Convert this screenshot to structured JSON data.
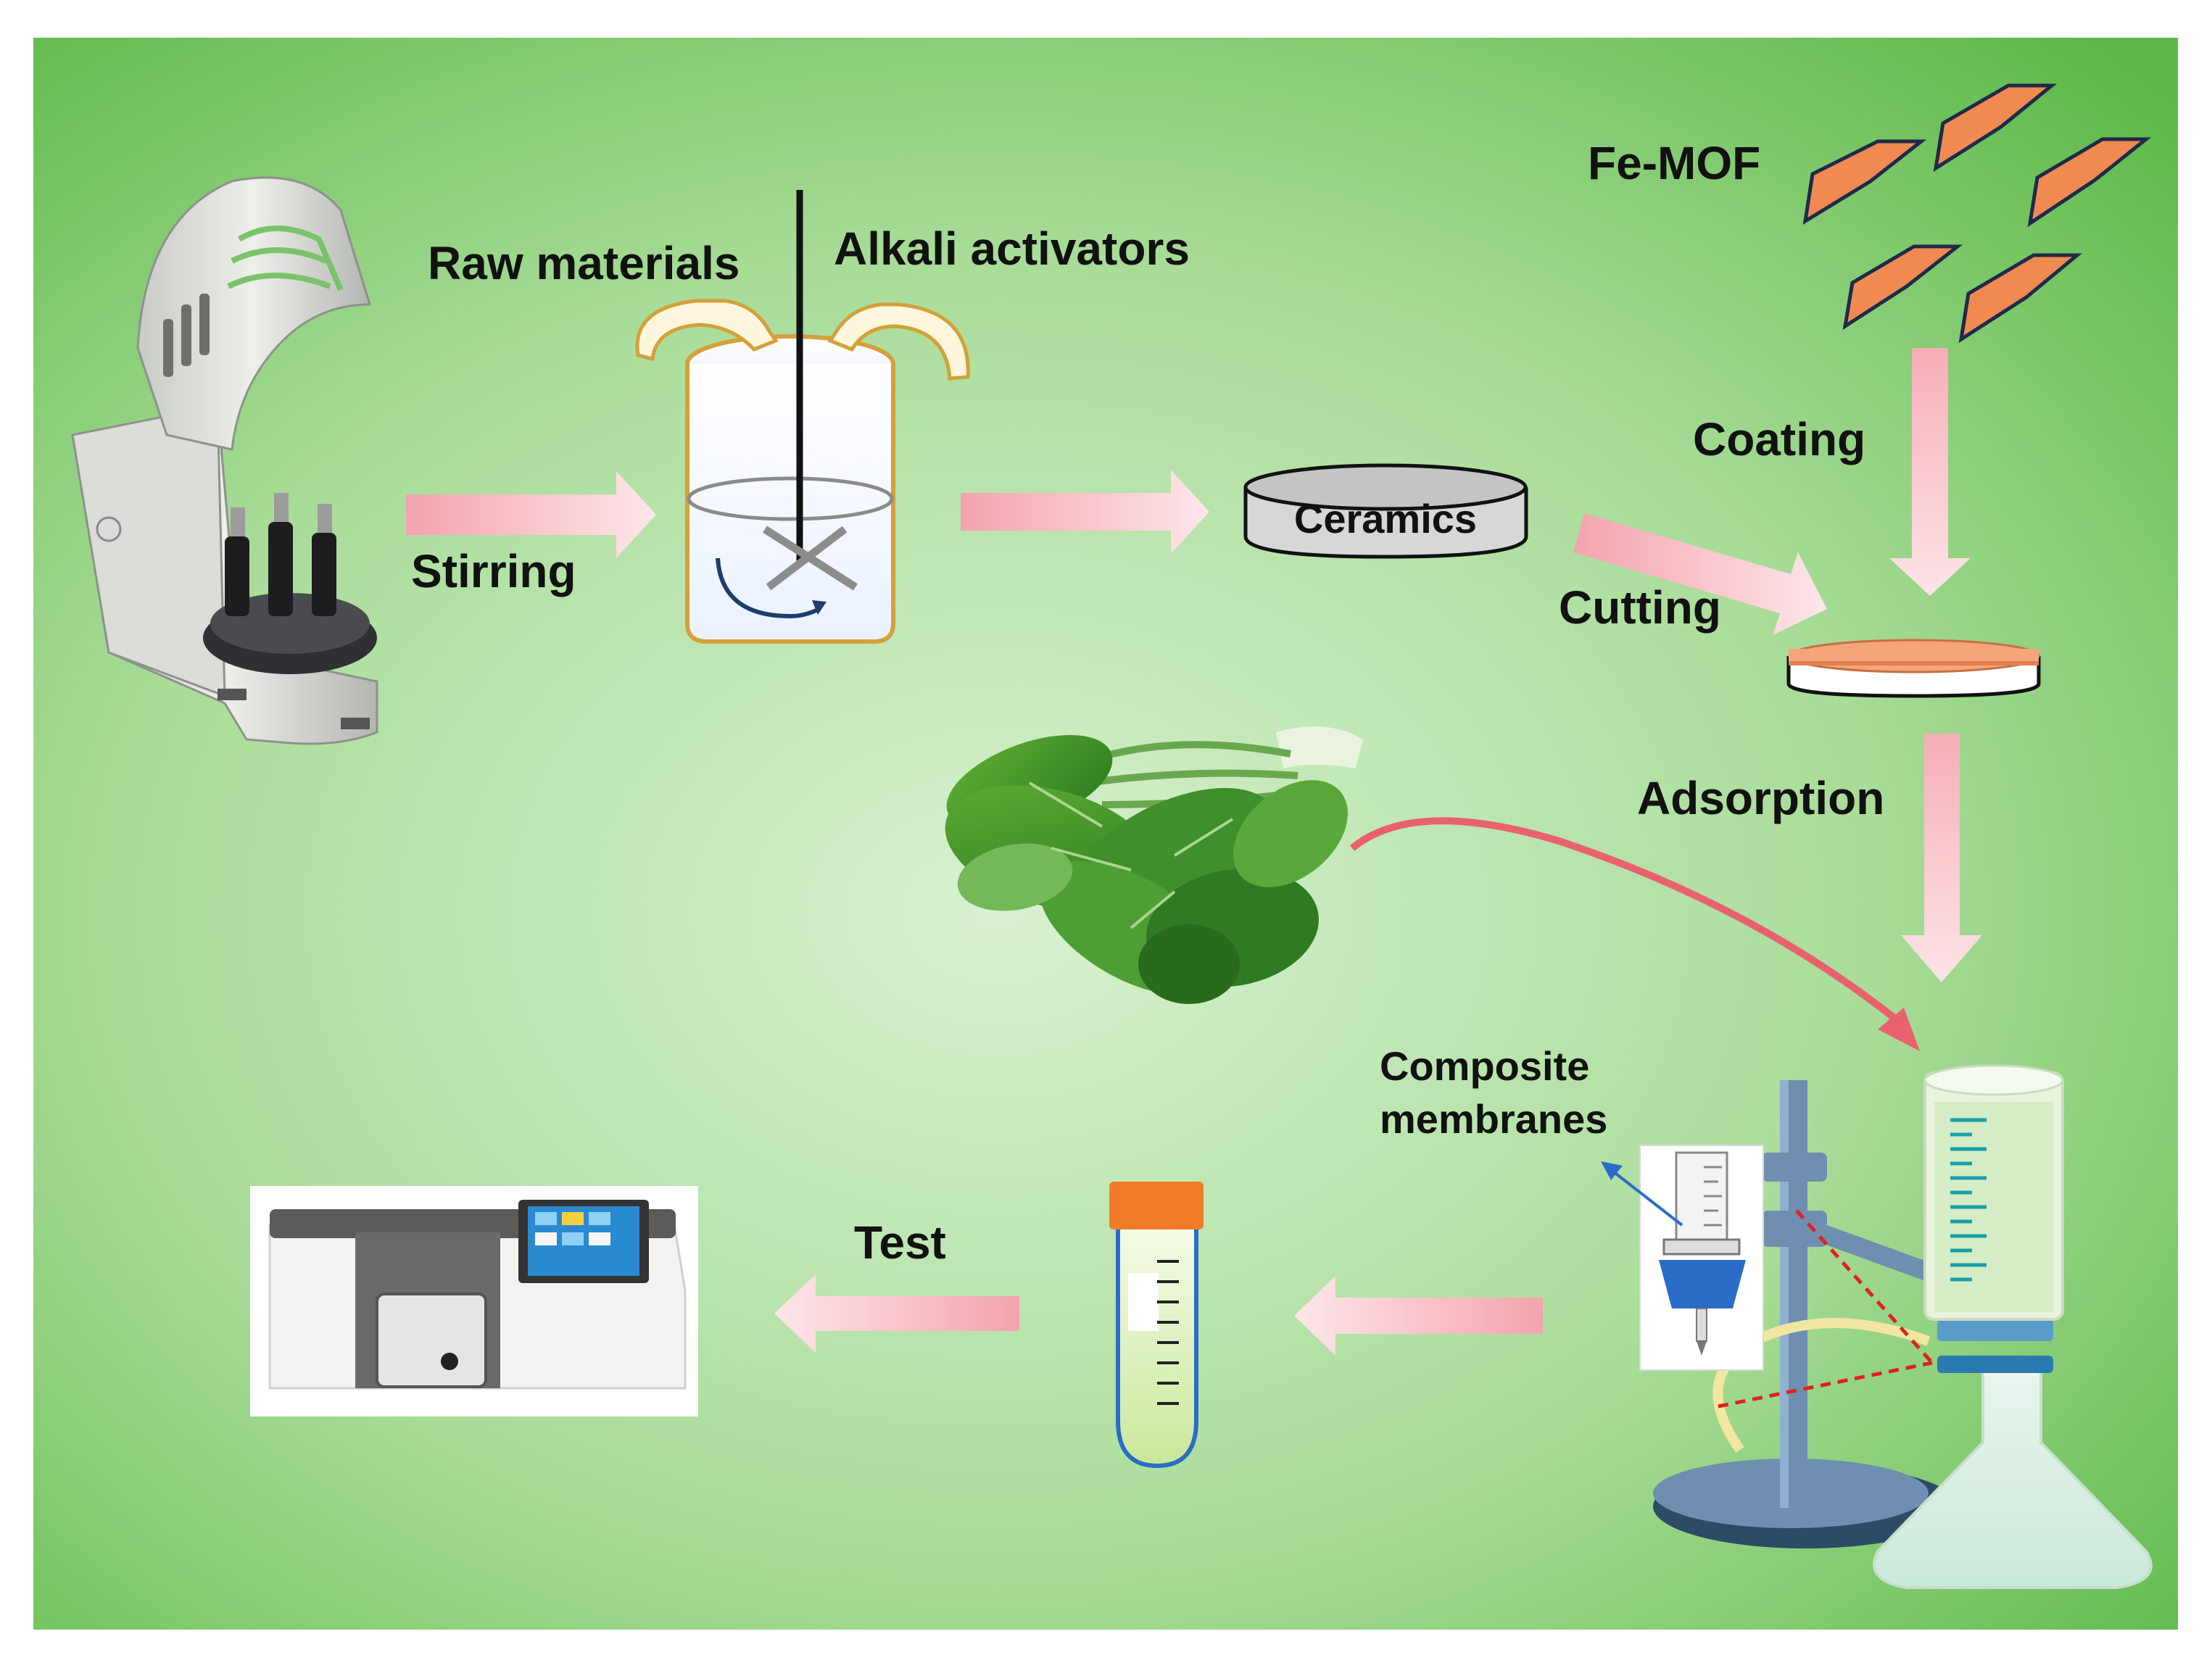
{
  "labels": {
    "raw_materials": "Raw materials",
    "alkali_activators": "Alkali activators",
    "stirring": "Stirring",
    "ceramics": "Ceramics",
    "fe_mof": "Fe-MOF",
    "coating": "Coating",
    "cutting": "Cutting",
    "adsorption": "Adsorption",
    "composite_line1": "Composite",
    "composite_line2": "membranes",
    "test": "Test"
  },
  "colors": {
    "background_edge": "#5fba4a",
    "background_center": "#d6f0cf",
    "arrow_pink": "#f7a9b0",
    "mof_orange": "#f08a50",
    "beaker_outline": "#d4a03a",
    "tube_cap": "#f07c2a",
    "filter_blue": "#2a6cc8",
    "dashed_red": "#e02020"
  },
  "icons": {
    "ball_mill": "ball-mill-icon",
    "beaker": "stirring-beaker-icon",
    "spinach": "spinach-icon",
    "filtration": "filtration-apparatus-icon",
    "test_tube": "centrifuge-tube-icon",
    "spectrophotometer": "spectrophotometer-icon"
  }
}
